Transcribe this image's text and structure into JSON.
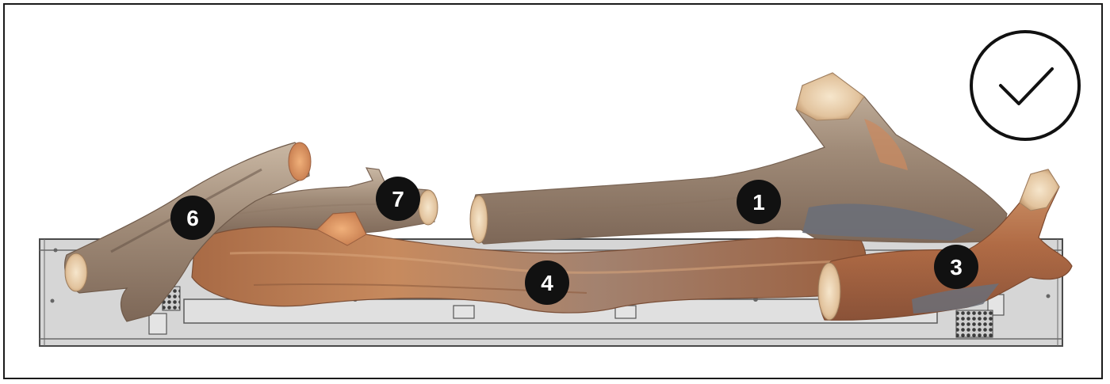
{
  "diagram": {
    "status_icon": "checkmark-circle-icon",
    "colors": {
      "frame": "#1a1a1a",
      "tray_fill": "#d6d6d6",
      "tray_stroke": "#4a4a4a",
      "badge": "#111111",
      "badge_text": "#ffffff",
      "log_bark": "#9a8572",
      "log_warm": "#b8714a",
      "log_end": "#ecd9bd",
      "log_char": "#6b6f78"
    },
    "logs": [
      {
        "id": "log-1",
        "label": "1"
      },
      {
        "id": "log-3",
        "label": "3"
      },
      {
        "id": "log-4",
        "label": "4"
      },
      {
        "id": "log-6",
        "label": "6"
      },
      {
        "id": "log-7",
        "label": "7"
      }
    ]
  }
}
